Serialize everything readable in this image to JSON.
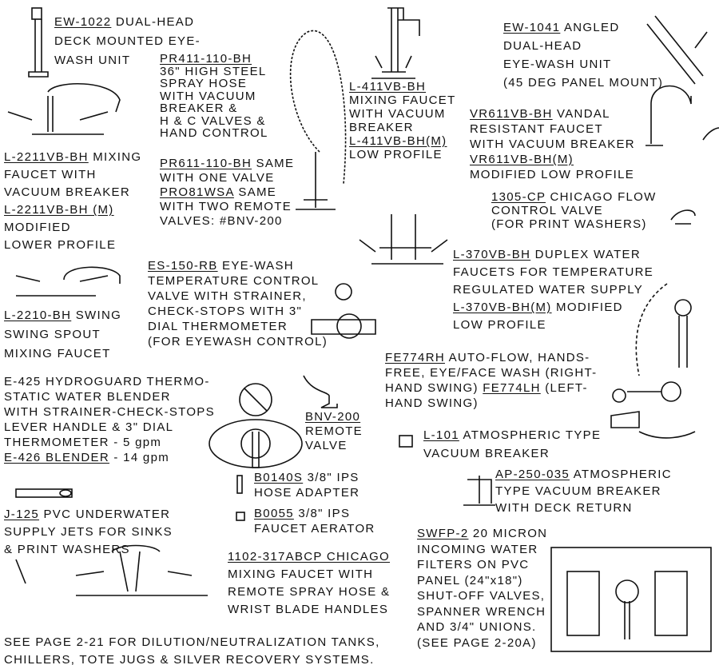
{
  "blocks": {
    "ew1022": [
      [
        {
          "t": "EW-1022",
          "u": true
        },
        {
          "t": " DUAL-HEAD"
        }
      ],
      [
        {
          "t": "DECK MOUNTED EYE-"
        }
      ],
      [
        {
          "t": "WASH UNIT"
        }
      ]
    ],
    "pr411": [
      [
        {
          "t": "PR411-110-BH",
          "u": true
        }
      ],
      [
        {
          "t": "36\" HIGH STEEL"
        }
      ],
      [
        {
          "t": "SPRAY HOSE"
        }
      ],
      [
        {
          "t": "WITH VACUUM"
        }
      ],
      [
        {
          "t": "BREAKER &"
        }
      ],
      [
        {
          "t": "H & C VALVES &"
        }
      ],
      [
        {
          "t": "HAND CONTROL"
        }
      ]
    ],
    "pr611": [
      [
        {
          "t": "PR611-110-BH",
          "u": true
        },
        {
          "t": " SAME"
        }
      ],
      [
        {
          "t": "WITH ONE VALVE"
        }
      ],
      [
        {
          "t": "PRO81WSA",
          "u": true
        },
        {
          "t": " SAME"
        }
      ],
      [
        {
          "t": "WITH TWO REMOTE"
        }
      ],
      [
        {
          "t": "VALVES: #BNV-200"
        }
      ]
    ],
    "l411": [
      [
        {
          "t": "L-411VB-BH",
          "u": true
        }
      ],
      [
        {
          "t": "MIXING FAUCET"
        }
      ],
      [
        {
          "t": "WITH VACUUM"
        }
      ],
      [
        {
          "t": "BREAKER"
        }
      ],
      [
        {
          "t": "L-411VB-BH(M)",
          "u": true
        }
      ],
      [
        {
          "t": "LOW PROFILE"
        }
      ]
    ],
    "ew1041": [
      [
        {
          "t": "EW-1041",
          "u": true
        },
        {
          "t": " ANGLED"
        }
      ],
      [
        {
          "t": "DUAL-HEAD"
        }
      ],
      [
        {
          "t": "EYE-WASH UNIT"
        }
      ],
      [
        {
          "t": "(45 DEG PANEL MOUNT)"
        }
      ]
    ],
    "l2211": [
      [
        {
          "t": "L-2211VB-BH",
          "u": true
        },
        {
          "t": " MIXING"
        }
      ],
      [
        {
          "t": "FAUCET WITH"
        }
      ],
      [
        {
          "t": "VACUUM BREAKER"
        }
      ],
      [
        {
          "t": "L-2211VB-BH (M)",
          "u": true
        }
      ],
      [
        {
          "t": "MODIFIED"
        }
      ],
      [
        {
          "t": "LOWER PROFILE"
        }
      ]
    ],
    "vr611": [
      [
        {
          "t": "VR611VB-BH",
          "u": true
        },
        {
          "t": " VANDAL"
        }
      ],
      [
        {
          "t": "RESISTANT FAUCET"
        }
      ],
      [
        {
          "t": "WITH VACUUM BREAKER"
        }
      ],
      [
        {
          "t": "VR611VB-BH(M)",
          "u": true
        }
      ],
      [
        {
          "t": "MODIFIED LOW PROFILE"
        }
      ]
    ],
    "1305": [
      [
        {
          "t": "1305-CP",
          "u": true
        },
        {
          "t": " CHICAGO FLOW"
        }
      ],
      [
        {
          "t": "CONTROL VALVE"
        }
      ],
      [
        {
          "t": "(FOR PRINT WASHERS)"
        }
      ]
    ],
    "l370": [
      [
        {
          "t": "L-370VB-BH",
          "u": true
        },
        {
          "t": " DUPLEX WATER"
        }
      ],
      [
        {
          "t": "FAUCETS FOR TEMPERATURE"
        }
      ],
      [
        {
          "t": "REGULATED WATER SUPPLY"
        }
      ],
      [
        {
          "t": "L-370VB-BH(M)",
          "u": true
        },
        {
          "t": "  MODIFIED"
        }
      ],
      [
        {
          "t": "LOW PROFILE"
        }
      ]
    ],
    "es150": [
      [
        {
          "t": "ES-150-RB",
          "u": true
        },
        {
          "t": " EYE-WASH"
        }
      ],
      [
        {
          "t": "TEMPERATURE CONTROL"
        }
      ],
      [
        {
          "t": "VALVE WITH STRAINER,"
        }
      ],
      [
        {
          "t": "CHECK-STOPS WITH 3\""
        }
      ],
      [
        {
          "t": "DIAL THERMOMETER"
        }
      ],
      [
        {
          "t": "(FOR EYEWASH CONTROL)"
        }
      ]
    ],
    "l2210": [
      [
        {
          "t": "L-2210-BH",
          "u": true
        },
        {
          "t": " SWING"
        }
      ],
      [
        {
          "t": "SWING SPOUT"
        }
      ],
      [
        {
          "t": "MIXING FAUCET"
        }
      ]
    ],
    "fe774": [
      [
        {
          "t": "FE774RH",
          "u": true
        },
        {
          "t": " AUTO-FLOW, HANDS-"
        }
      ],
      [
        {
          "t": "FREE, EYE/FACE WASH (RIGHT-"
        }
      ],
      [
        {
          "t": "HAND SWING) "
        },
        {
          "t": "FE774LH",
          "u": true
        },
        {
          "t": " (LEFT-"
        }
      ],
      [
        {
          "t": "HAND SWING)"
        }
      ]
    ],
    "e425": [
      [
        {
          "t": "E-425 HYDROGUARD THERMO-"
        }
      ],
      [
        {
          "t": "STATIC WATER BLENDER"
        }
      ],
      [
        {
          "t": "WITH STRAINER-CHECK-STOPS"
        }
      ],
      [
        {
          "t": "LEVER HANDLE & 3\" DIAL"
        }
      ],
      [
        {
          "t": "THERMOMETER - 5 gpm"
        }
      ],
      [
        {
          "t": "E-426 BLENDER",
          "u": true
        },
        {
          "t": " - 14 gpm"
        }
      ]
    ],
    "bnv200": [
      [
        {
          "t": "BNV-200",
          "u": true
        }
      ],
      [
        {
          "t": "REMOTE"
        }
      ],
      [
        {
          "t": "VALVE"
        }
      ]
    ],
    "l101": [
      [
        {
          "t": "L-101",
          "u": true
        },
        {
          "t": " ATMOSPHERIC TYPE"
        }
      ],
      [
        {
          "t": "VACUUM BREAKER"
        }
      ]
    ],
    "b0140s": [
      [
        {
          "t": "B0140S",
          "u": true
        },
        {
          "t": " 3/8\" IPS"
        }
      ],
      [
        {
          "t": "HOSE ADAPTER"
        }
      ]
    ],
    "b0055": [
      [
        {
          "t": "B0055",
          "u": true
        },
        {
          "t": " 3/8\" IPS"
        }
      ],
      [
        {
          "t": "FAUCET AERATOR"
        }
      ]
    ],
    "ap250": [
      [
        {
          "t": "AP-250-035",
          "u": true
        },
        {
          "t": " ATMOSPHERIC"
        }
      ],
      [
        {
          "t": "TYPE VACUUM BREAKER"
        }
      ],
      [
        {
          "t": "WITH DECK RETURN"
        }
      ]
    ],
    "j125": [
      [
        {
          "t": "J-125",
          "u": true
        },
        {
          "t": " PVC UNDERWATER"
        }
      ],
      [
        {
          "t": "SUPPLY JETS FOR SINKS"
        }
      ],
      [
        {
          "t": "& PRINT WASHERS"
        }
      ]
    ],
    "swfp": [
      [
        {
          "t": "SWFP-2",
          "u": true
        },
        {
          "t": "  20 MICRON"
        }
      ],
      [
        {
          "t": "INCOMING WATER"
        }
      ],
      [
        {
          "t": "FILTERS ON PVC"
        }
      ],
      [
        {
          "t": "PANEL (24\"x18\")"
        }
      ],
      [
        {
          "t": "SHUT-OFF VALVES,"
        }
      ],
      [
        {
          "t": "SPANNER WRENCH"
        }
      ],
      [
        {
          "t": "AND 3/4\" UNIONS."
        }
      ],
      [
        {
          "t": "(SEE PAGE 2-20A)"
        }
      ]
    ],
    "1102": [
      [
        {
          "t": "1102-317ABCP CHICAGO",
          "u": true
        }
      ],
      [
        {
          "t": "MIXING FAUCET WITH"
        }
      ],
      [
        {
          "t": "REMOTE SPRAY HOSE &"
        }
      ],
      [
        {
          "t": "WRIST BLADE HANDLES"
        }
      ]
    ],
    "footer": [
      [
        {
          "t": "SEE PAGE 2-21 FOR DILUTION/NEUTRALIZATION TANKS,"
        }
      ],
      [
        {
          "t": "CHILLERS, TOTE JUGS & SILVER RECOVERY SYSTEMS."
        }
      ]
    ]
  }
}
